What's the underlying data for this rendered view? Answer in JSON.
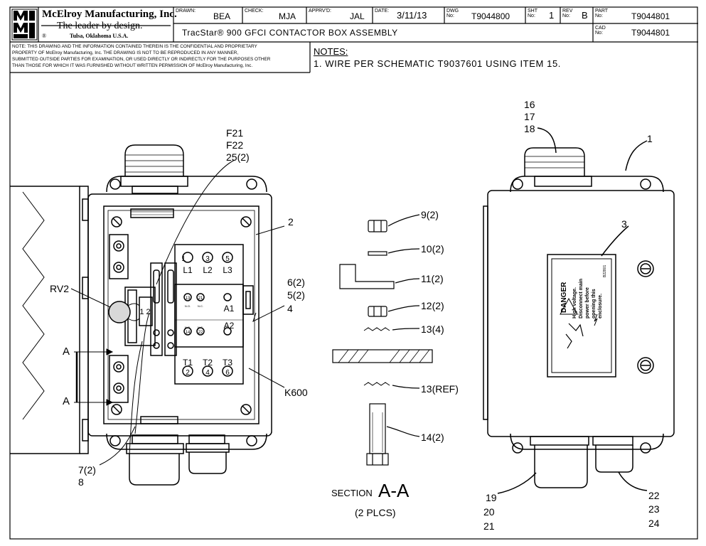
{
  "title_block": {
    "company": "McElroy Manufacturing, Inc.",
    "slogan": "The leader by design.",
    "location": "Tulsa, Oklahoma U.S.A.",
    "registered": "®",
    "logo_letters": "MMI",
    "drawn_caption": "DRAWN:",
    "drawn": "BEA",
    "check_caption": "CHECK:",
    "check": "MJA",
    "apprvd_caption": "APPRV'D:",
    "apprvd": "JAL",
    "date_caption": "DATE:",
    "date": "3/11/13",
    "dwg_caption": "DWG No:",
    "dwg_no": "T9044800",
    "sht_caption": "SHT No:",
    "sht_no": "1",
    "rev_caption": "REV No:",
    "rev_no": "B",
    "part_caption": "PART No:",
    "part_no": "T9044801",
    "cad_caption": "CAD No:",
    "cad_no": "T9044801",
    "description": "TracStar® 900 GFCI CONTACTOR BOX ASSEMBLY"
  },
  "confidentiality_note": [
    "NOTE: THIS DRAWING AND THE INFORMATION CONTAINED THEREIN IS THE CONFIDENTIAL AND PROPRIETARY",
    "PROPERTY OF McElroy Manufacturing, Inc. THE DRAWING IS NOT TO BE REPRODUCED IN ANY MANNER,",
    "SUBMITTED OUTSIDE PARTIES FOR EXAMINATION, OR USED DIRECTLY OR INDIRECTLY FOR THE PURPOSES OTHER",
    "THAN THOSE FOR WHICH IT WAS FURNISHED WITHOUT WRITTEN PERMISSION OF McElroy Manufacturing, Inc."
  ],
  "notes": {
    "heading": "NOTES:",
    "items": [
      "1. WIRE PER SCHEMATIC T9037601 USING ITEM 15."
    ]
  },
  "callouts": {
    "f21": "F21",
    "f22": "F22",
    "c25": "25(2)",
    "c2": "2",
    "c6": "6(2)",
    "c5": "5(2)",
    "c4": "4",
    "k600": "K600",
    "rv2": "RV2",
    "a_top": "A",
    "a_bottom": "A",
    "c7": "7(2)",
    "c8": "8",
    "c9": "9(2)",
    "c10": "10(2)",
    "c11": "11(2)",
    "c12": "12(2)",
    "c13": "13(4)",
    "c13ref": "13(REF)",
    "c14": "14(2)",
    "c16": "16",
    "c17": "17",
    "c18": "18",
    "c1": "1",
    "c3": "3",
    "c19": "19",
    "c20": "20",
    "c21": "21",
    "c22": "22",
    "c23": "23",
    "c24": "24"
  },
  "section": {
    "prefix": "SECTION",
    "name": "A-A",
    "qty": "(2 PLCS)"
  },
  "contactor": {
    "top_terminals": [
      "1",
      "3",
      "5"
    ],
    "top_labels": [
      "L1",
      "L2",
      "L3"
    ],
    "aux_top": [
      "13",
      "21"
    ],
    "aux_top_caps": [
      "N.O.",
      "N.C."
    ],
    "coil_top": "A1",
    "aux_bot": [
      "14",
      "22"
    ],
    "aux_bot_caps": [
      "N.O.",
      "N.C."
    ],
    "coil_bot": "A2",
    "bot_labels": [
      "T1",
      "T2",
      "T3"
    ],
    "bot_terminals": [
      "2",
      "4",
      "6"
    ]
  },
  "fuse_block_label": "1 2",
  "danger_label": {
    "header": "DANGER",
    "body": [
      "High voltage.",
      "Disconnect main",
      "power before",
      "opening this",
      "enclosure."
    ],
    "code": "B22801"
  }
}
